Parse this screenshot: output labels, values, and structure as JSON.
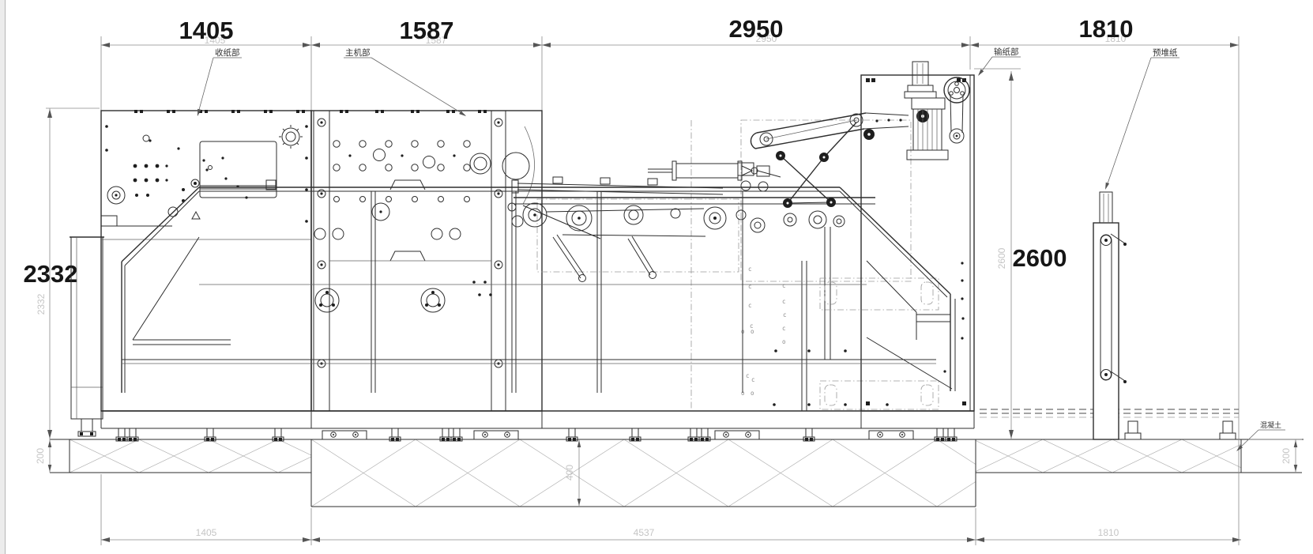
{
  "dimensions": {
    "top": [
      {
        "value": "1405"
      },
      {
        "value": "1587"
      },
      {
        "value": "2950"
      },
      {
        "value": "1810"
      }
    ],
    "left": {
      "value": "2332"
    },
    "right": {
      "value": "2600"
    },
    "bottom": [
      {
        "value": "1405"
      },
      {
        "value": "4537"
      },
      {
        "value": "1810"
      }
    ],
    "foundation": {
      "left_depth": {
        "value": "200"
      },
      "pit_depth": {
        "value": "400"
      },
      "right_depth": {
        "value": "200"
      }
    }
  },
  "labels": {
    "delivery_section": "收纸部",
    "main_section": "主机部",
    "feeder_section": "输纸部",
    "prestack": "预堆纸",
    "concrete": "混凝土"
  },
  "colors": {
    "machine_line": "#2e2e2e",
    "dim_line": "#8a8a8a",
    "ghost_text": "#c5c5c5",
    "bold_text": "#161616",
    "hatch": "#b0b0b0",
    "page_edge": "#ececec"
  }
}
